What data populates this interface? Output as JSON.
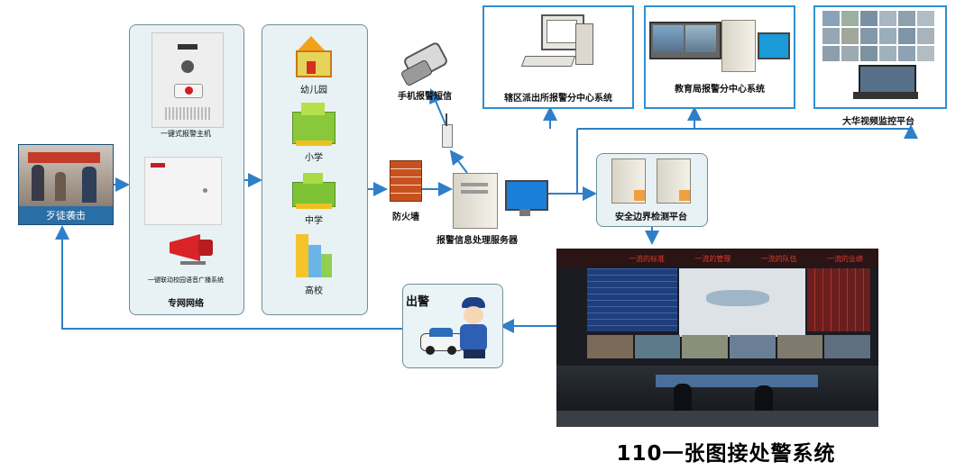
{
  "left_photo": {
    "caption": "歹徒袭击"
  },
  "equipment_panel": {
    "items": [
      {
        "label": "一键式报警主机"
      },
      {
        "label": "一键联动校园语音广播系统"
      }
    ],
    "panel_label": "专网网络"
  },
  "schools_panel": {
    "items": [
      {
        "label": "幼儿园"
      },
      {
        "label": "小学"
      },
      {
        "label": "中学"
      },
      {
        "label": "高校"
      }
    ]
  },
  "mobile": {
    "label": "手机报警短信"
  },
  "firewall": {
    "label": "防火墙"
  },
  "server": {
    "label": "报警信息处理服务器"
  },
  "police_station": {
    "label": "辖区派出所报警分中心系统"
  },
  "education_bureau": {
    "label": "教育局报警分中心系统"
  },
  "video_platform": {
    "label": "大华视频监控平台"
  },
  "security_platform": {
    "label": "安全边界检测平台"
  },
  "dispatch": {
    "label": "出警"
  },
  "control_room": {
    "banner_texts": [
      "一流的标准",
      "一流的管理",
      "一流的队伍",
      "一流的业绩"
    ]
  },
  "bottom_title": "110一张图接处警系统",
  "colors": {
    "arrow": "#2f7fc8",
    "panel_bg": "#e8f1f4",
    "box_border": "#2f8fd0"
  }
}
